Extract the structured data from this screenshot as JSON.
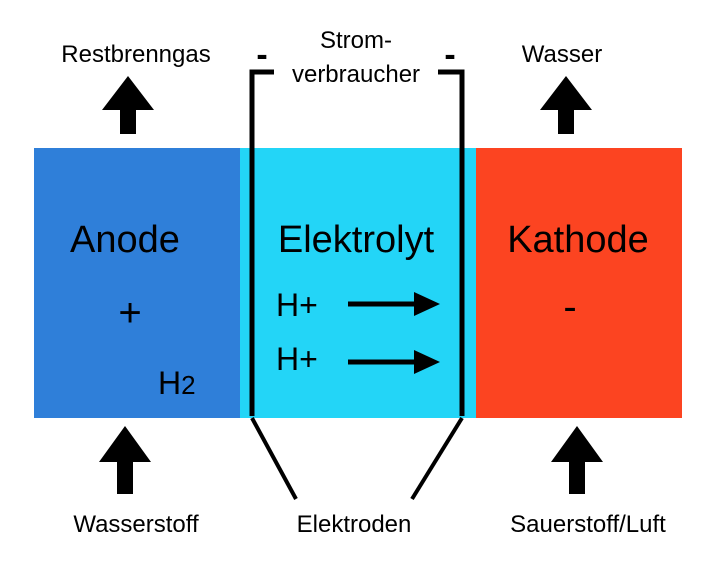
{
  "labels": {
    "top_left": "Restbrenngas",
    "top_middle_line1": "Strom-",
    "top_middle_line2": "verbraucher",
    "top_right": "Wasser",
    "bottom_left": "Wasserstoff",
    "bottom_middle": "Elektroden",
    "bottom_right": "Sauerstoff/Luft"
  },
  "anode": {
    "title": "Anode",
    "sign": "+",
    "molecule": "H",
    "subscript": "2"
  },
  "electrolyte": {
    "title": "Elektrolyt",
    "ion_1": "H+",
    "ion_2": "H+"
  },
  "cathode": {
    "title": "Kathode",
    "sign": "-"
  },
  "terminals": {
    "left": "-",
    "right": "-"
  },
  "colors": {
    "anode": "#2f7fd9",
    "electrolyte": "#23d5f7",
    "cathode": "#fc4421",
    "ink": "#000000"
  }
}
